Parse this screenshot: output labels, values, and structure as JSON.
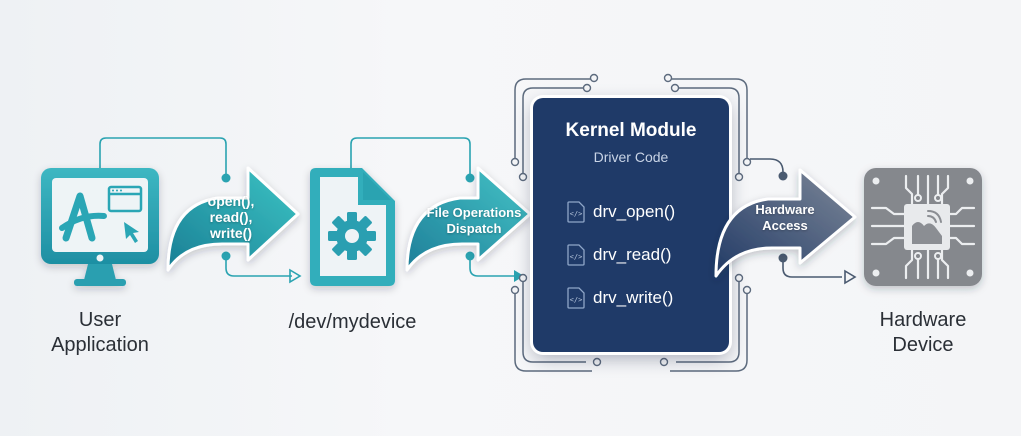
{
  "diagram": {
    "nodes": [
      {
        "id": "user-app",
        "label_line1": "User",
        "label_line2": "Application",
        "icon": "monitor-app-icon"
      },
      {
        "id": "device-file",
        "label": "/dev/mydevice",
        "icon": "file-gear-icon"
      },
      {
        "id": "kernel-module",
        "title": "Kernel Module",
        "subtitle": "Driver Code",
        "functions": [
          "drv_open()",
          "drv_read()",
          "drv_write()"
        ],
        "function_icon": "code-file-icon"
      },
      {
        "id": "hardware-device",
        "label_line1": "Hardware",
        "label_line2": "Device",
        "icon": "chip-icon"
      }
    ],
    "arrows": [
      {
        "from": "user-app",
        "to": "device-file",
        "lines": [
          "open(),",
          "read(),",
          "write()"
        ]
      },
      {
        "from": "device-file",
        "to": "kernel-module",
        "lines": [
          "File Operations",
          "Dispatch"
        ]
      },
      {
        "from": "kernel-module",
        "to": "hardware-device",
        "lines": [
          "Hardware",
          "Access"
        ]
      }
    ]
  },
  "colors": {
    "teal": "#2aa9b5",
    "teal_dark": "#1d8a9a",
    "navy": "#1f3a68",
    "slate": "#5b6b84",
    "chip_gray": "#808489",
    "text": "#2a2f36"
  }
}
